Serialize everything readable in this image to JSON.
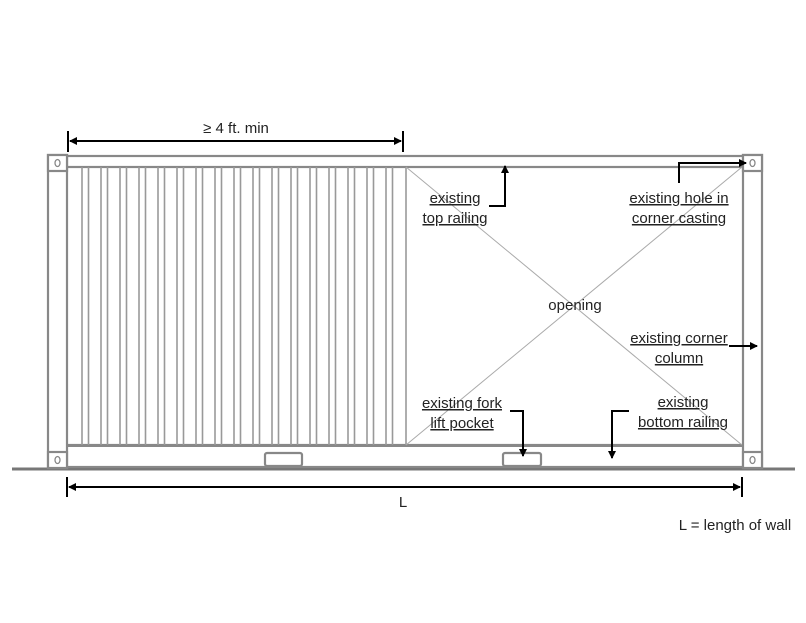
{
  "dimensions": {
    "min_width_label": "≥ 4 ft. min",
    "length_label": "L",
    "legend": "L = length of wall"
  },
  "labels": {
    "opening": "opening",
    "top_railing": [
      "existing",
      "top railing"
    ],
    "corner_casting": [
      "existing hole in",
      "corner casting"
    ],
    "corner_column": [
      "existing corner",
      "column"
    ],
    "fork_lift_pocket": [
      "existing fork",
      "lift pocket"
    ],
    "bottom_railing": [
      "existing",
      "bottom railing"
    ]
  },
  "colors": {
    "structure": "#888888",
    "arrows": "#000000"
  }
}
